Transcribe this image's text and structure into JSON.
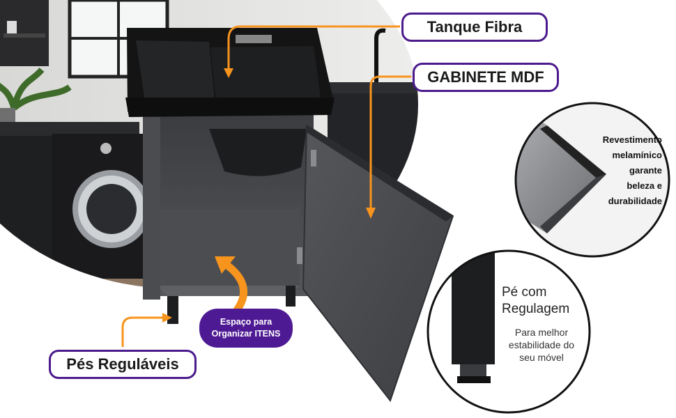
{
  "labels": {
    "tanque": "Tanque Fibra",
    "gabinete": "GABINETE MDF",
    "pes": "Pés Reguláveis"
  },
  "space_badge": {
    "line1": "Espaço para",
    "line2": "Organizar ITENS"
  },
  "coating_inset": {
    "lines": [
      "Revestimento",
      "melamínico",
      "garante",
      "beleza e",
      "durabilidade"
    ]
  },
  "foot_inset": {
    "title_line1": "Pé com",
    "title_line2": "Regulagem",
    "sub_lines": [
      "Para melhor",
      "estabilidade do",
      "seu móvel"
    ]
  },
  "colors": {
    "accent_orange": "#f7941d",
    "brand_purple": "#4b1a8c",
    "cabinet_gray": "#4a4c50"
  }
}
